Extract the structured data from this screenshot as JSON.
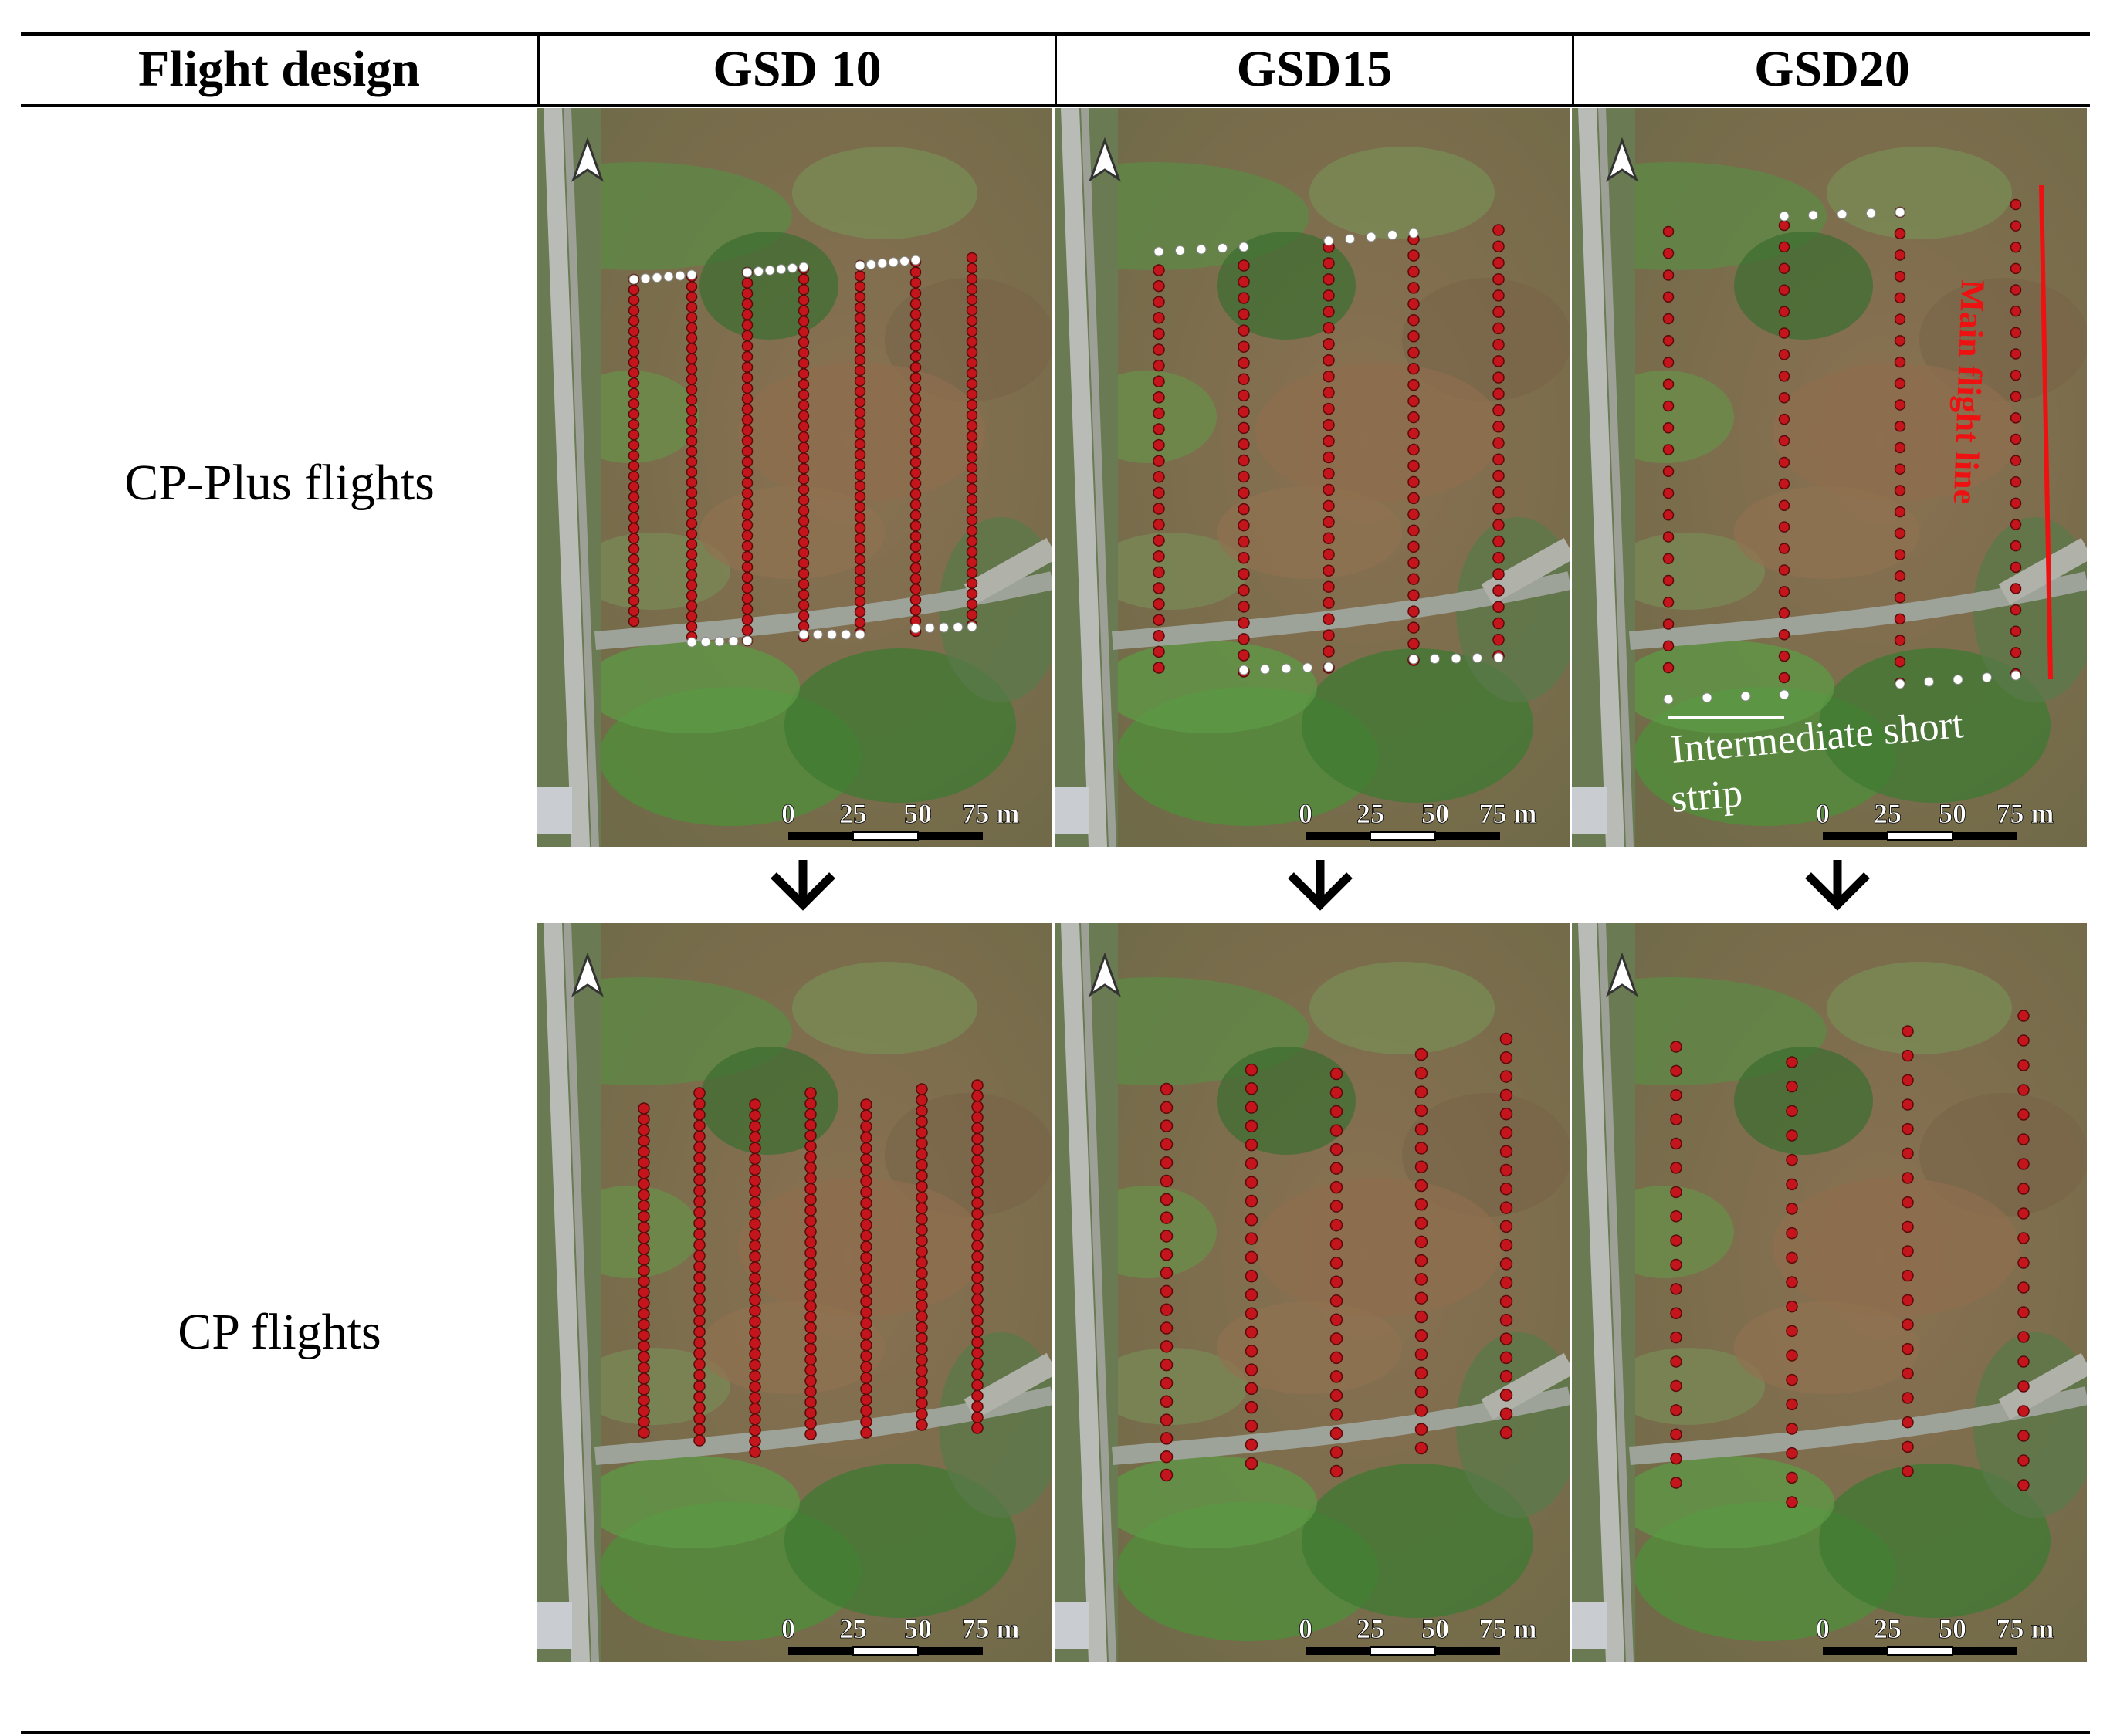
{
  "header": {
    "col0": "Flight design",
    "col1": "GSD 10",
    "col2": "GSD15",
    "col3": "GSD20"
  },
  "rows": {
    "row1_label": "CP-Plus flights",
    "row2_label": "CP flights"
  },
  "scalebar": {
    "labels": [
      "0",
      "25",
      "50",
      "75 m"
    ]
  },
  "annotations": {
    "main_flight_line": "Main flight line",
    "intermediate_strip": "Intermediate short strip"
  },
  "icons": {
    "north": "north-arrow-icon",
    "down": "down-arrow-icon"
  },
  "colors": {
    "waypoint": "#c4141c",
    "turn_point": "#ffffff",
    "annotation_red": "#ee1111"
  }
}
